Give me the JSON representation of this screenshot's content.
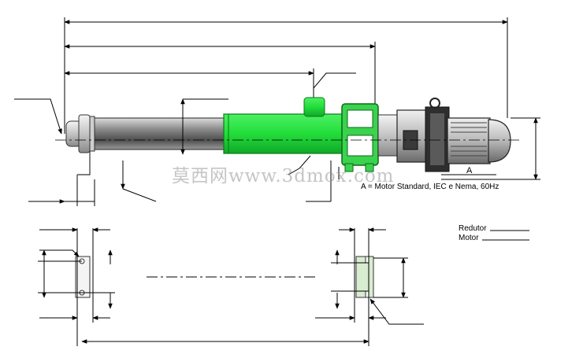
{
  "labels": {
    "motor_note": "A = Motor Standard, IEC e Nema, 60Hz",
    "callout_a": "A",
    "legend_redutor": "Redutor",
    "legend_motor": "Motor"
  },
  "watermark": "莫西网www.3dmox.com",
  "colors": {
    "cylinder_green": "#22dd3a",
    "cylinder_green_dark": "#0a9a22",
    "rod_gray": "#9a9a9a",
    "dimension_line": "#000000",
    "foot_plate": "#d8ecd0"
  }
}
